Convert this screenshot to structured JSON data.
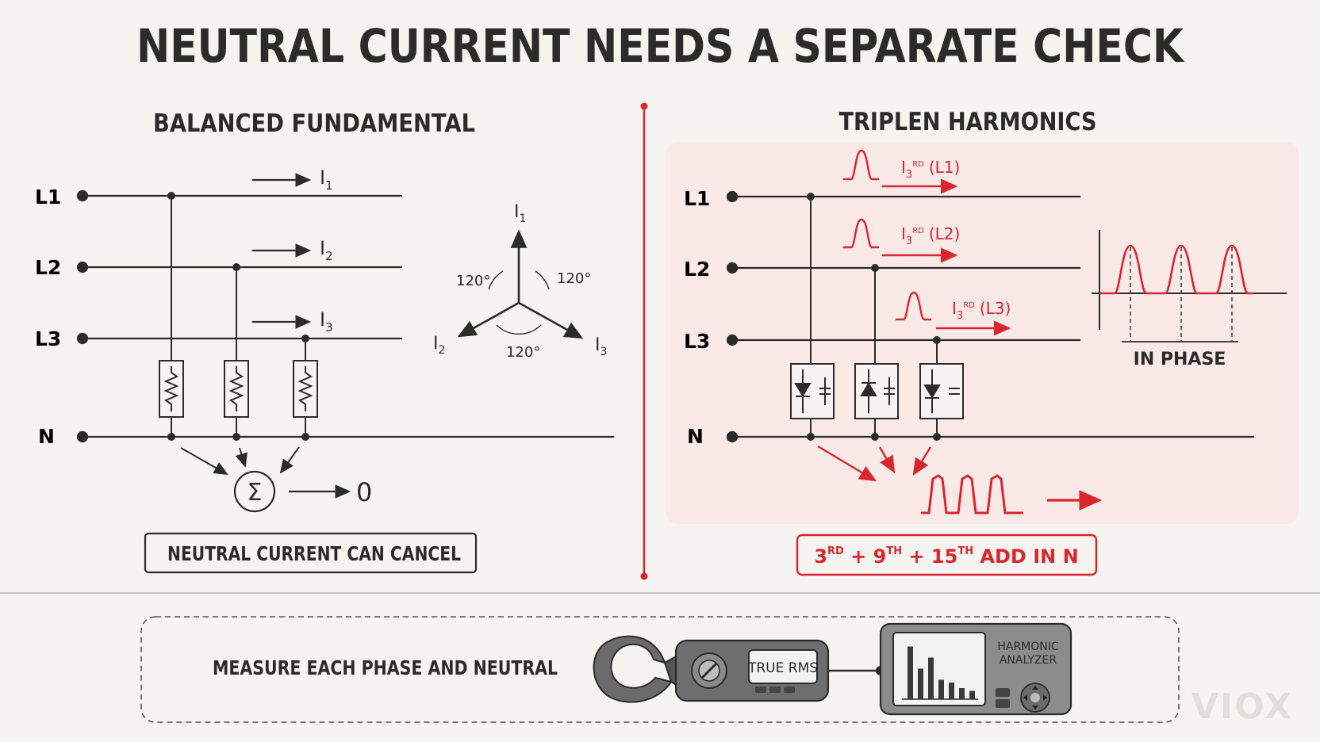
{
  "title": "NEUTRAL CURRENT NEEDS A SEPARATE CHECK",
  "left": {
    "heading": "BALANCED FUNDAMENTAL",
    "lines": [
      "L1",
      "L2",
      "L3",
      "N"
    ],
    "currents": [
      "I1",
      "I2",
      "I3"
    ],
    "current_base": "I",
    "current_subs": [
      "1",
      "2",
      "3"
    ],
    "angle": "120°",
    "sigma": "Σ",
    "sum_result": "0",
    "caption": "NEUTRAL CURRENT CAN CANCEL"
  },
  "right": {
    "heading": "TRIPLEN HARMONICS",
    "lines": [
      "L1",
      "L2",
      "L3",
      "N"
    ],
    "harmonic_base": "I",
    "harmonic_sub": "3",
    "harmonic_sup": "RD",
    "harmonic_phases": [
      "(L1)",
      "(L2)",
      "(L3)"
    ],
    "in_phase_label": "IN PHASE",
    "caption_parts": [
      {
        "num": "3",
        "sup": "RD"
      },
      {
        "num": " + 9",
        "sup": "TH"
      },
      {
        "num": " + 15",
        "sup": "TH"
      },
      {
        "num": " ADD IN N",
        "sup": ""
      }
    ]
  },
  "bottom": {
    "instruction": "MEASURE EACH PHASE AND NEUTRAL",
    "meter_display": "TRUE RMS",
    "analyzer_label_1": "HARMONIC",
    "analyzer_label_2": "ANALYZER",
    "spectrum_bars": [
      0.95,
      0.55,
      0.75,
      0.35,
      0.3,
      0.2,
      0.15
    ]
  },
  "watermark": "VIOX",
  "colors": {
    "accent": "#d8262c",
    "ink": "#2b2b2b",
    "panel": "#fbe9e8",
    "background": "#f6f4f1"
  }
}
